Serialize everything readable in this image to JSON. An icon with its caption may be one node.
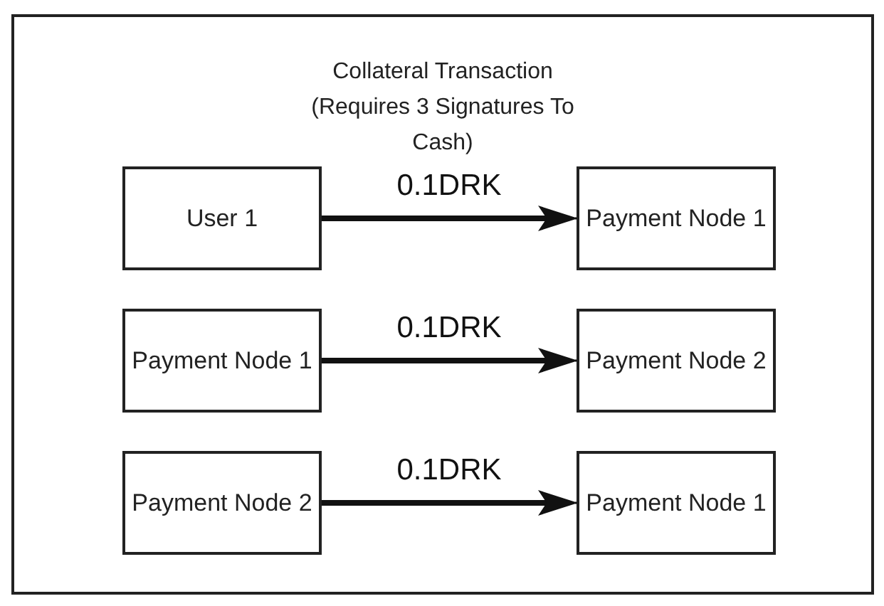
{
  "diagram": {
    "title": "Collateral Transaction (Requires 3 Signatures To Cash)",
    "nodes": [
      {
        "text": [],
        "shape": "box"
      },
      {
        "text": [
          "User 1"
        ],
        "in": 0
      },
      {
        "text": [
          "Payment Node 1"
        ],
        "in": 0
      },
      {
        "text": [
          "Payment Node 1"
        ],
        "in": 0
      },
      {
        "text": [
          "Payment Node 2"
        ],
        "in": 0
      },
      {
        "text": [
          "Payment Node 2"
        ],
        "in": 0
      },
      {
        "text": [
          "Payment Node 1"
        ],
        "in": 0
      }
    ],
    "edges": [
      {
        "from": 1,
        "to": 2,
        "arrow": "to",
        "label": "0.1DRK"
      },
      {
        "from": 3,
        "to": 4,
        "arrow": "to",
        "label": "0.1DRK"
      },
      {
        "from": 5,
        "to": 6,
        "arrow": "to",
        "label": "0.1DRK"
      }
    ]
  }
}
